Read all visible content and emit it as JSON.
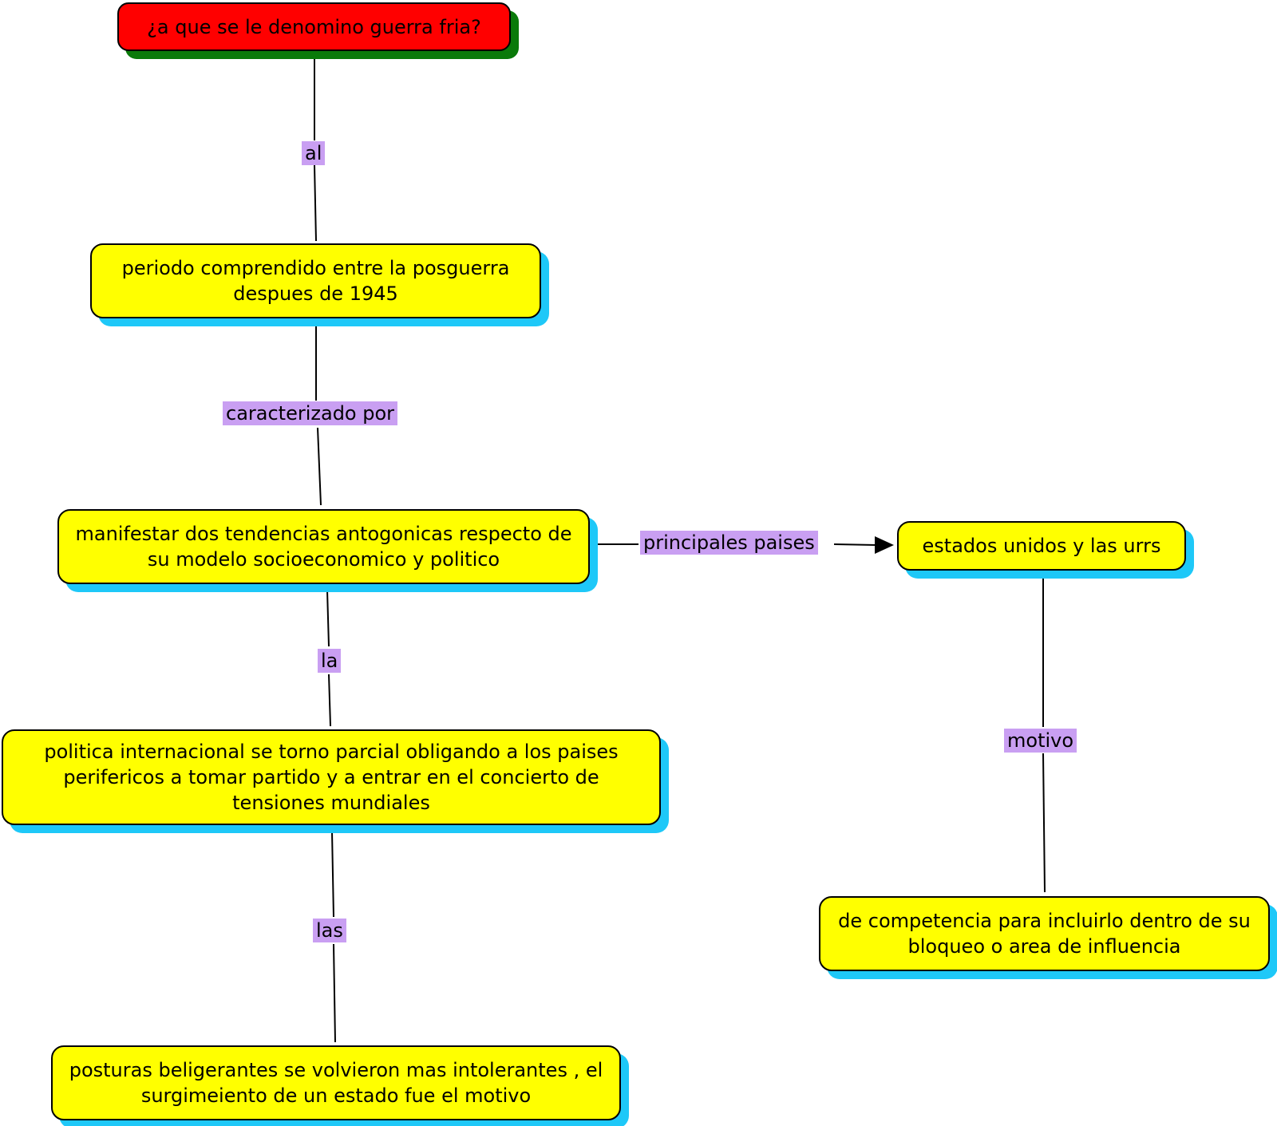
{
  "nodes": {
    "root": "¿a que se le denomino guerra fria?",
    "periodo": "periodo comprendido entre la posguerra despues de 1945",
    "manifestar": "manifestar dos tendencias antogonicas respecto de su modelo socioeconomico y politico",
    "estados": "estados unidos y las urrs",
    "politica": "politica internacional se torno parcial obligando a los paises perifericos a tomar partido y a entrar en el concierto de tensiones mundiales",
    "competencia": "de competencia para incluirlo dentro de su bloqueo o area de influencia",
    "posturas": "posturas beligerantes se volvieron mas intolerantes , el surgimeiento de un estado fue el motivo"
  },
  "links": {
    "al": "al",
    "caracterizado": "caracterizado por",
    "principales": "principales paises",
    "la": "la",
    "las": "las",
    "motivo": "motivo"
  },
  "colors": {
    "root_fill": "#ff0000",
    "root_shadow": "#0a7a0a",
    "node_fill": "#ffff00",
    "node_shadow": "#1ec8f8",
    "link_label_fill": "#c99ff2"
  }
}
